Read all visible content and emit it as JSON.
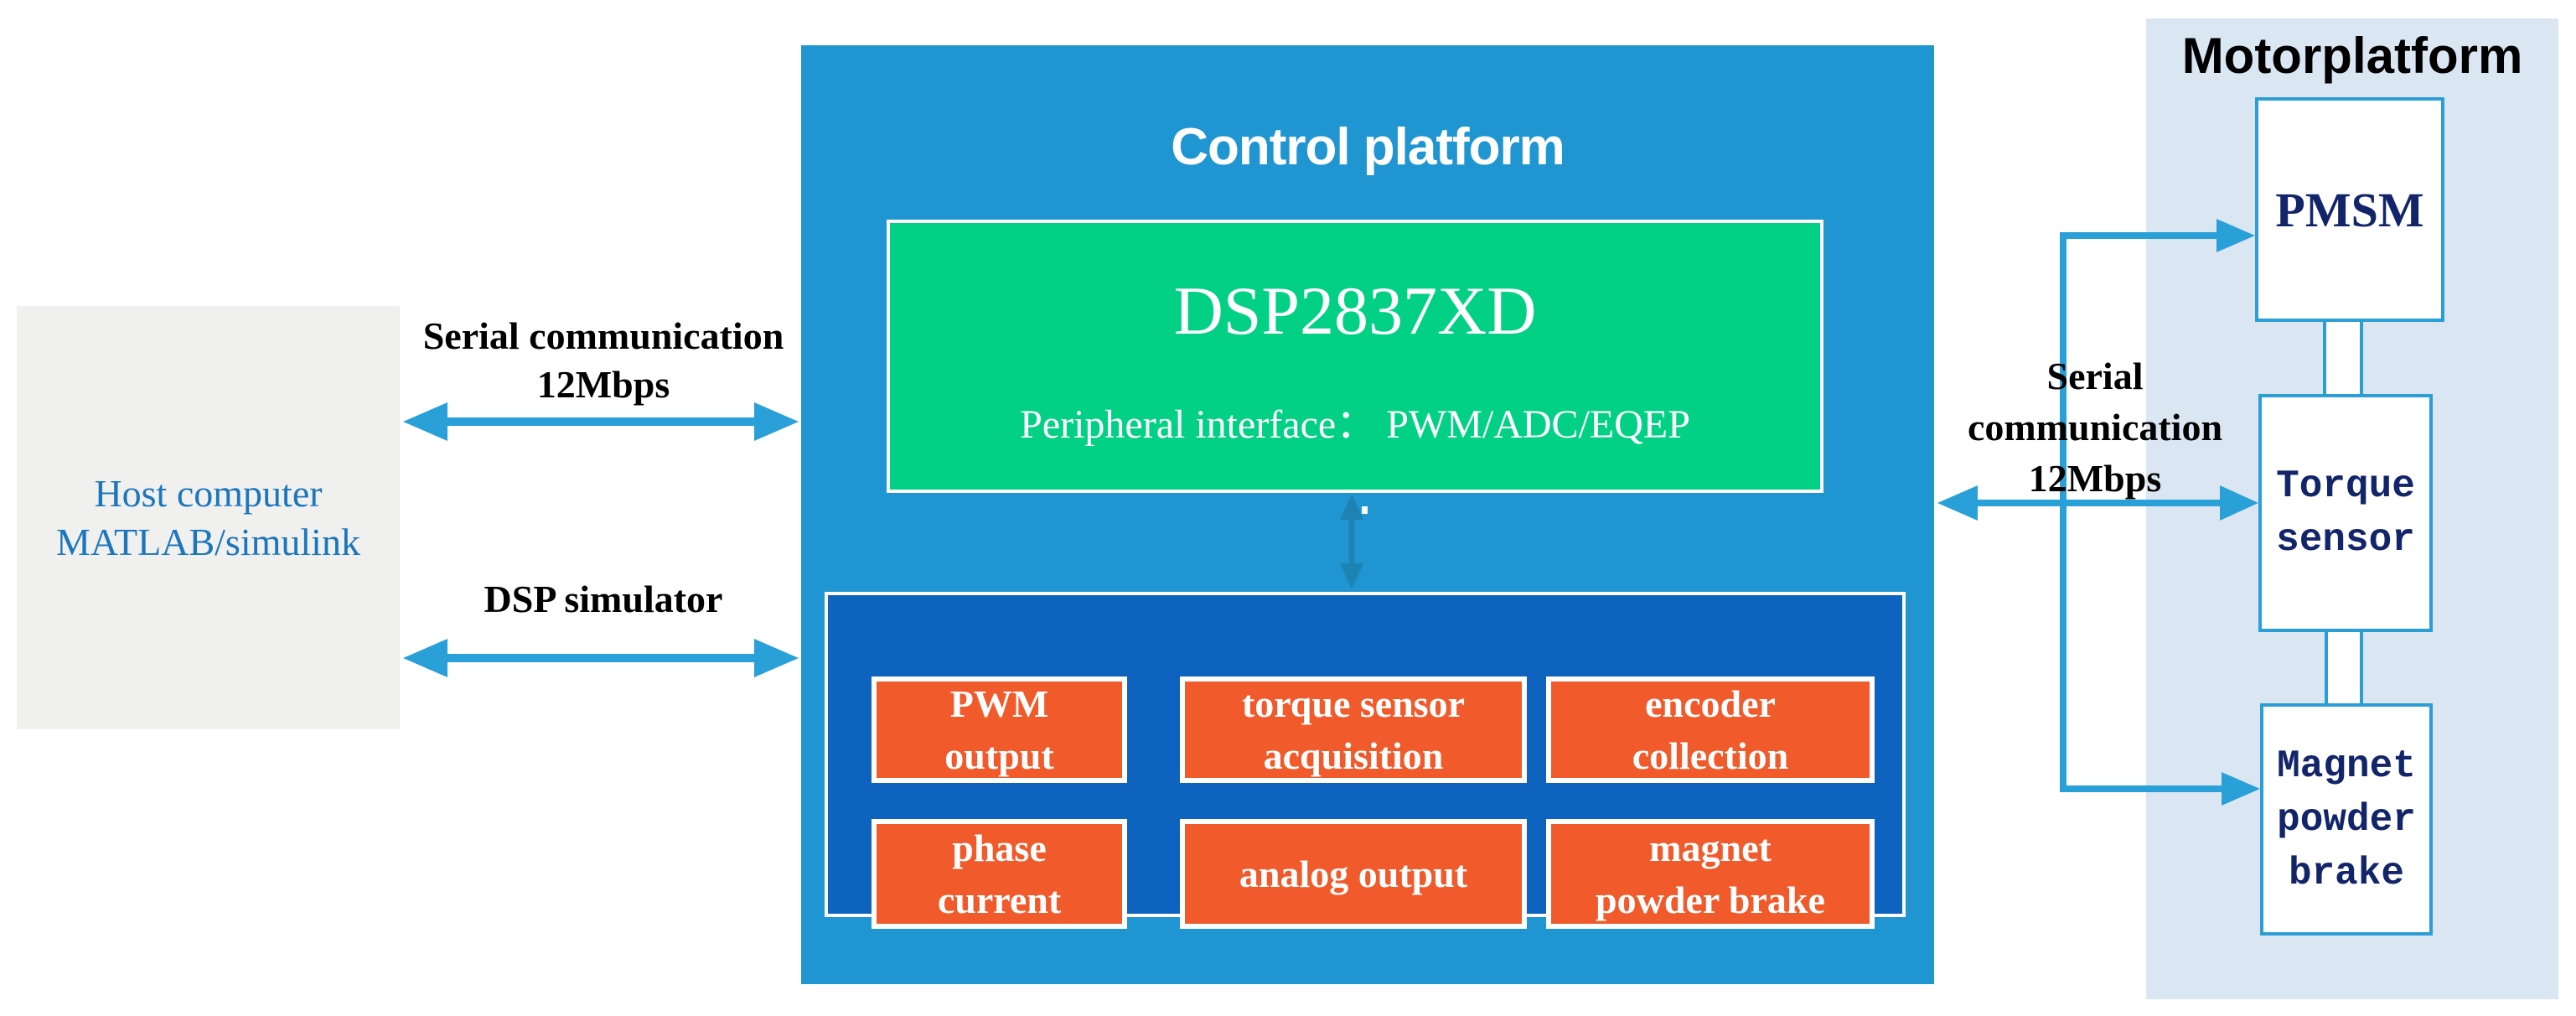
{
  "host": {
    "label": "Host computer\nMATLAB/simulink"
  },
  "links_left": {
    "serial_label": "Serial communication\n12Mbps",
    "dsp_simulator_label": "DSP simulator"
  },
  "control": {
    "title": "Control platform",
    "chip": {
      "name": "DSP2837XD",
      "peripheral": "Peripheral interface： PWM/ADC/EQEP"
    },
    "modules": [
      {
        "label": "PWM\noutput"
      },
      {
        "label": "torque sensor\nacquisition"
      },
      {
        "label": "encoder\ncollection"
      },
      {
        "label": "phase\ncurrent"
      },
      {
        "label": "analog output"
      },
      {
        "label": "magnet\npowder brake"
      }
    ]
  },
  "motor": {
    "title": "Motorplatform",
    "serial_label": "Serial\ncommunication\n12Mbps",
    "devices": [
      {
        "label": "PMSM"
      },
      {
        "label": "Torque\nsensor"
      },
      {
        "label": "Magnet\npowder\nbrake"
      }
    ]
  },
  "colors": {
    "control_blue": "#1f96d2",
    "io_blue": "#0e63be",
    "chip_green": "#02d185",
    "module_orange": "#f15a2a",
    "panel_blue": "#dbe6f3",
    "arrow_blue": "#2aa0d8",
    "mini_arrow_blue": "#1e82b2",
    "border_blue": "#2b9ed6",
    "navy_text": "#13256a",
    "host_text_blue": "#1b76bc",
    "host_box_gray": "#f0f0ef",
    "label_black": "#000000"
  }
}
